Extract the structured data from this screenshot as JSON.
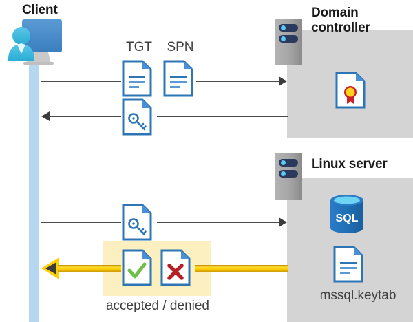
{
  "diagram": {
    "title": "Kerberos authentication flow between Client, Domain controller and Linux server",
    "type": "sequence-diagram"
  },
  "actors": {
    "client": {
      "label": "Client",
      "icon": "client-computer-user-icon"
    },
    "domain_controller": {
      "label": "Domain controller",
      "icon": "server-tower-icon",
      "contents": [
        {
          "icon": "certificate-document-icon",
          "label": ""
        }
      ]
    },
    "linux_server": {
      "label": "Linux server",
      "icon": "server-tower-icon",
      "contents": [
        {
          "icon": "sql-database-icon",
          "label": "SQL"
        },
        {
          "icon": "keytab-document-icon",
          "label": "mssql.keytab"
        }
      ]
    }
  },
  "messages": [
    {
      "id": "msg-request-tgt-spn",
      "direction": "right",
      "from": "client",
      "to": "domain_controller",
      "payload_labels": [
        "TGT",
        "SPN"
      ],
      "payload_icons": [
        "document-icon",
        "document-icon"
      ]
    },
    {
      "id": "msg-service-ticket",
      "direction": "left",
      "from": "domain_controller",
      "to": "client",
      "payload_labels": [],
      "payload_icons": [
        "key-document-icon"
      ]
    },
    {
      "id": "msg-present-ticket",
      "direction": "right",
      "from": "client",
      "to": "linux_server",
      "payload_labels": [],
      "payload_icons": [
        "key-document-icon"
      ]
    },
    {
      "id": "msg-auth-result",
      "direction": "left",
      "style": "gold",
      "from": "linux_server",
      "to": "client",
      "payload_labels": [],
      "payload_icons": [
        "accepted-document-icon",
        "denied-document-icon"
      ],
      "caption": "accepted / denied"
    }
  ],
  "labels": {
    "tgt": "TGT",
    "spn": "SPN",
    "sql": "SQL",
    "keytab": "mssql.keytab",
    "result_caption": "accepted / denied"
  },
  "colors": {
    "panel_gray": "#d4d4d4",
    "lifeline_blue": "#b5d7f0",
    "doc_blue": "#2e75b6",
    "doc_fold_blue": "#4a90d9",
    "gold": "#ffd000",
    "gold_dark": "#c79a06",
    "highlight_yellow": "#fcf0c0",
    "accept_green": "#6fbf4a",
    "deny_red": "#b52025",
    "text_dark": "#1a1a1a",
    "text_gray": "#3f3f3f",
    "server_gray": "#9e9e9e",
    "server_navy": "#2b3a5c",
    "sql_blue": "#1f6fb5",
    "seal_gold": "#ffd21e",
    "seal_red": "#cc2027"
  }
}
